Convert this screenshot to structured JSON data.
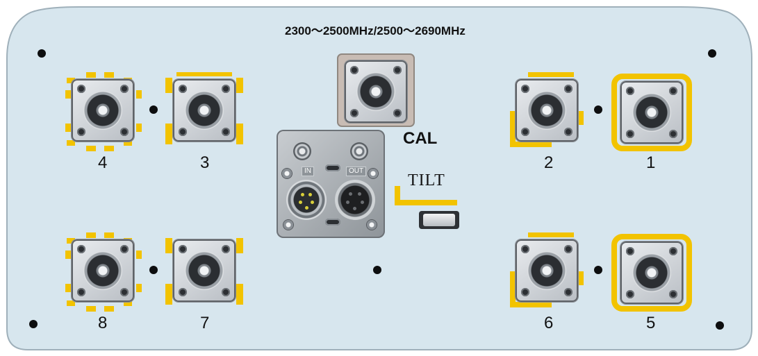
{
  "panel": {
    "frequency_label": "2300～2500MHz/2500～2690MHz",
    "colors": {
      "panel": "#d6e6ee",
      "accent": "#f2c300",
      "dark": "#1a1a1a"
    }
  },
  "ports": [
    {
      "label": "4",
      "marking": "yellow-dashed"
    },
    {
      "label": "3",
      "marking": "yellow-corners"
    },
    {
      "label": "2",
      "marking": "yellow-half"
    },
    {
      "label": "1",
      "marking": "yellow-frame"
    },
    {
      "label": "8",
      "marking": "yellow-dashed"
    },
    {
      "label": "7",
      "marking": "yellow-corners"
    },
    {
      "label": "6",
      "marking": "yellow-half"
    },
    {
      "label": "5",
      "marking": "yellow-frame"
    }
  ],
  "cal": {
    "label": "CAL"
  },
  "tilt": {
    "label": "TILT",
    "in_label": "IN",
    "out_label": "OUT"
  }
}
